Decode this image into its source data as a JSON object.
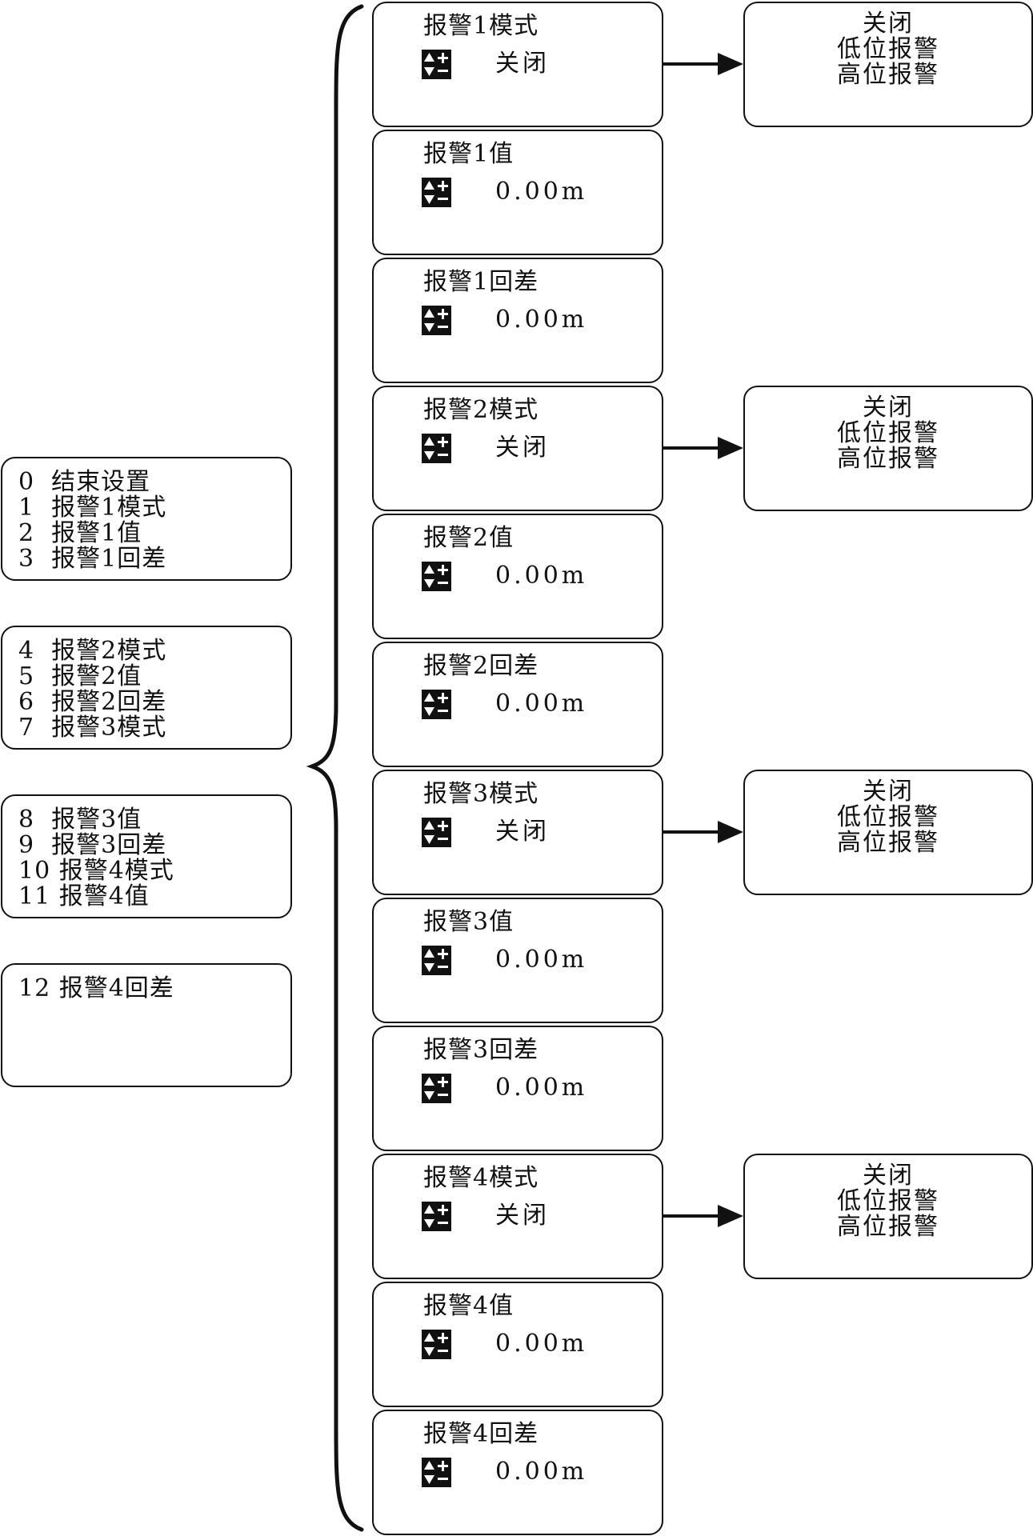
{
  "menu_groups": [
    {
      "lines": [
        "0  结束设置",
        "1  报警1模式",
        "2  报警1值",
        "3  报警1回差"
      ]
    },
    {
      "lines": [
        "4  报警2模式",
        "5  报警2值",
        "6  报警2回差",
        "7  报警3模式"
      ]
    },
    {
      "lines": [
        "8  报警3值",
        "9  报警3回差",
        "10 报警4模式",
        "11 报警4值"
      ]
    },
    {
      "lines": [
        "12 报警4回差"
      ]
    }
  ],
  "screens": [
    {
      "title": "报警1模式",
      "value": "关闭"
    },
    {
      "title": "报警1值",
      "value": "0.00m"
    },
    {
      "title": "报警1回差",
      "value": "0.00m"
    },
    {
      "title": "报警2模式",
      "value": "关闭"
    },
    {
      "title": "报警2值",
      "value": "0.00m"
    },
    {
      "title": "报警2回差",
      "value": "0.00m"
    },
    {
      "title": "报警3模式",
      "value": "关闭"
    },
    {
      "title": "报警3值",
      "value": "0.00m"
    },
    {
      "title": "报警3回差",
      "value": "0.00m"
    },
    {
      "title": "报警4模式",
      "value": "关闭"
    },
    {
      "title": "报警4值",
      "value": "0.00m"
    },
    {
      "title": "报警4回差",
      "value": "0.00m"
    }
  ],
  "mode_options": [
    {
      "for_screen": 0,
      "options": [
        "关闭",
        "低位报警",
        "高位报警"
      ]
    },
    {
      "for_screen": 3,
      "options": [
        "关闭",
        "低位报警",
        "高位报警"
      ]
    },
    {
      "for_screen": 6,
      "options": [
        "关闭",
        "低位报警",
        "高位报警"
      ]
    },
    {
      "for_screen": 9,
      "options": [
        "关闭",
        "低位报警",
        "高位报警"
      ]
    }
  ],
  "icons": {
    "adjust": "up-down-plus-minus-icon",
    "arrow": "right-arrow-icon"
  }
}
